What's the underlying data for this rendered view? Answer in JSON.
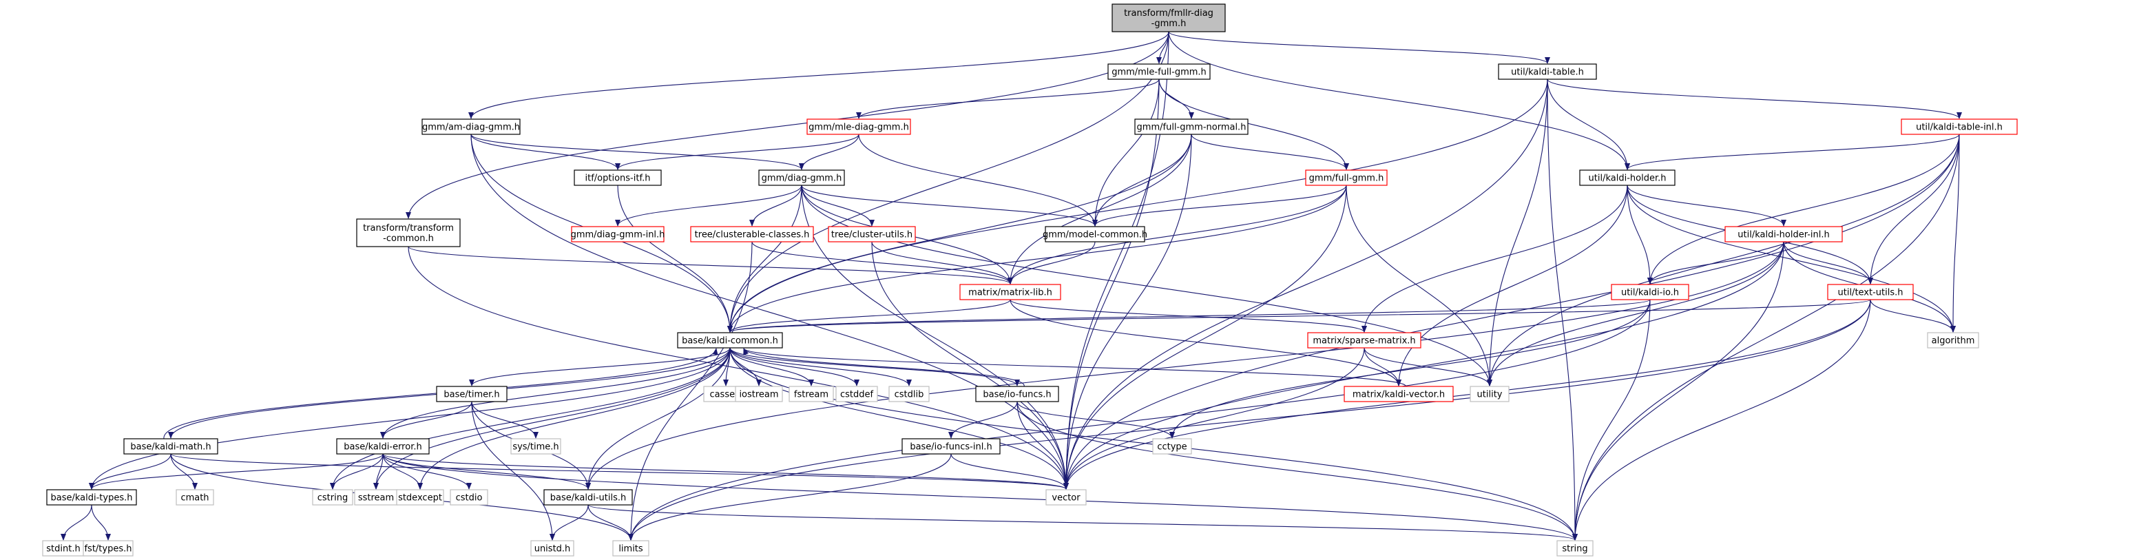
{
  "colors": {
    "edge": "#191970",
    "border_default": "#000000",
    "border_red": "#ff0000",
    "border_gray": "#bfbfbf",
    "root_fill": "#bfbfbf",
    "fill": "#ffffff"
  },
  "nodes": [
    {
      "id": "root",
      "lines": [
        "transform/fmllr-diag",
        "-gmm.h"
      ],
      "border": "root"
    },
    {
      "id": "amdiag",
      "lines": [
        "gmm/am-diag-gmm.h"
      ],
      "border": "black"
    },
    {
      "id": "mlefull",
      "lines": [
        "gmm/mle-full-gmm.h"
      ],
      "border": "black"
    },
    {
      "id": "kalditable",
      "lines": [
        "util/kaldi-table.h"
      ],
      "border": "black"
    },
    {
      "id": "mlediag",
      "lines": [
        "gmm/mle-diag-gmm.h"
      ],
      "border": "red"
    },
    {
      "id": "fullnormal",
      "lines": [
        "gmm/full-gmm-normal.h"
      ],
      "border": "black"
    },
    {
      "id": "tableinl",
      "lines": [
        "util/kaldi-table-inl.h"
      ],
      "border": "red"
    },
    {
      "id": "itf",
      "lines": [
        "itf/options-itf.h"
      ],
      "border": "black"
    },
    {
      "id": "diaggmm",
      "lines": [
        "gmm/diag-gmm.h"
      ],
      "border": "black"
    },
    {
      "id": "fullgmm",
      "lines": [
        "gmm/full-gmm.h"
      ],
      "border": "red"
    },
    {
      "id": "holder",
      "lines": [
        "util/kaldi-holder.h"
      ],
      "border": "black"
    },
    {
      "id": "transcommon",
      "lines": [
        "transform/transform",
        "-common.h"
      ],
      "border": "black"
    },
    {
      "id": "diaginl",
      "lines": [
        "gmm/diag-gmm-inl.h"
      ],
      "border": "red"
    },
    {
      "id": "clusterable",
      "lines": [
        "tree/clusterable-classes.h"
      ],
      "border": "red"
    },
    {
      "id": "clusterutils",
      "lines": [
        "tree/cluster-utils.h"
      ],
      "border": "red"
    },
    {
      "id": "modelcommon",
      "lines": [
        "gmm/model-common.h"
      ],
      "border": "black"
    },
    {
      "id": "holderinl",
      "lines": [
        "util/kaldi-holder-inl.h"
      ],
      "border": "red"
    },
    {
      "id": "matrixlib",
      "lines": [
        "matrix/matrix-lib.h"
      ],
      "border": "red"
    },
    {
      "id": "kaldiio",
      "lines": [
        "util/kaldi-io.h"
      ],
      "border": "red"
    },
    {
      "id": "textutils",
      "lines": [
        "util/text-utils.h"
      ],
      "border": "red"
    },
    {
      "id": "kaldicommon",
      "lines": [
        "base/kaldi-common.h"
      ],
      "border": "black"
    },
    {
      "id": "sparse",
      "lines": [
        "matrix/sparse-matrix.h"
      ],
      "border": "red"
    },
    {
      "id": "algorithm",
      "lines": [
        "algorithm"
      ],
      "border": "gray"
    },
    {
      "id": "cassert",
      "lines": [
        "cassert"
      ],
      "border": "gray"
    },
    {
      "id": "iostream",
      "lines": [
        "iostream"
      ],
      "border": "gray"
    },
    {
      "id": "fstream",
      "lines": [
        "fstream"
      ],
      "border": "gray"
    },
    {
      "id": "cstddef",
      "lines": [
        "cstddef"
      ],
      "border": "gray"
    },
    {
      "id": "cstdlib",
      "lines": [
        "cstdlib"
      ],
      "border": "gray"
    },
    {
      "id": "iofuncs",
      "lines": [
        "base/io-funcs.h"
      ],
      "border": "black"
    },
    {
      "id": "timer",
      "lines": [
        "base/timer.h"
      ],
      "border": "black"
    },
    {
      "id": "utility",
      "lines": [
        "utility"
      ],
      "border": "gray"
    },
    {
      "id": "kaldivector",
      "lines": [
        "matrix/kaldi-vector.h"
      ],
      "border": "red"
    },
    {
      "id": "systime",
      "lines": [
        "sys/time.h"
      ],
      "border": "gray"
    },
    {
      "id": "cctype",
      "lines": [
        "cctype"
      ],
      "border": "gray"
    },
    {
      "id": "kaldimath",
      "lines": [
        "base/kaldi-math.h"
      ],
      "border": "black"
    },
    {
      "id": "kaldierror",
      "lines": [
        "base/kaldi-error.h"
      ],
      "border": "black"
    },
    {
      "id": "iofuncsinl",
      "lines": [
        "base/io-funcs-inl.h"
      ],
      "border": "black"
    },
    {
      "id": "cmath",
      "lines": [
        "cmath"
      ],
      "border": "gray"
    },
    {
      "id": "cstring",
      "lines": [
        "cstring"
      ],
      "border": "gray"
    },
    {
      "id": "sstream",
      "lines": [
        "sstream"
      ],
      "border": "gray"
    },
    {
      "id": "stdexcept",
      "lines": [
        "stdexcept"
      ],
      "border": "gray"
    },
    {
      "id": "cstdio",
      "lines": [
        "cstdio"
      ],
      "border": "gray"
    },
    {
      "id": "vector",
      "lines": [
        "vector"
      ],
      "border": "gray"
    },
    {
      "id": "kalditypes",
      "lines": [
        "base/kaldi-types.h"
      ],
      "border": "black"
    },
    {
      "id": "kaldiutils",
      "lines": [
        "base/kaldi-utils.h"
      ],
      "border": "black"
    },
    {
      "id": "stdint",
      "lines": [
        "stdint.h"
      ],
      "border": "gray"
    },
    {
      "id": "fsttypes",
      "lines": [
        "fst/types.h"
      ],
      "border": "gray"
    },
    {
      "id": "unistd",
      "lines": [
        "unistd.h"
      ],
      "border": "gray"
    },
    {
      "id": "limits",
      "lines": [
        "limits"
      ],
      "border": "gray"
    },
    {
      "id": "string",
      "lines": [
        "string"
      ],
      "border": "gray"
    }
  ],
  "edges": [
    [
      "root",
      "amdiag"
    ],
    [
      "root",
      "mlefull"
    ],
    [
      "root",
      "kalditable"
    ],
    [
      "root",
      "transcommon"
    ],
    [
      "root",
      "kaldicommon"
    ],
    [
      "root",
      "vector"
    ],
    [
      "root",
      "holder"
    ],
    [
      "amdiag",
      "diaggmm"
    ],
    [
      "amdiag",
      "itf"
    ],
    [
      "amdiag",
      "kaldicommon"
    ],
    [
      "amdiag",
      "vector"
    ],
    [
      "mlefull",
      "mlediag"
    ],
    [
      "mlefull",
      "fullnormal"
    ],
    [
      "mlefull",
      "fullgmm"
    ],
    [
      "mlefull",
      "modelcommon"
    ],
    [
      "mlefull",
      "vector"
    ],
    [
      "mlediag",
      "diaggmm"
    ],
    [
      "mlediag",
      "itf"
    ],
    [
      "mlediag",
      "modelcommon"
    ],
    [
      "fullnormal",
      "fullgmm"
    ],
    [
      "fullnormal",
      "modelcommon"
    ],
    [
      "fullnormal",
      "matrixlib"
    ],
    [
      "fullnormal",
      "kaldicommon"
    ],
    [
      "fullnormal",
      "vector"
    ],
    [
      "kalditable",
      "holder"
    ],
    [
      "kalditable",
      "tableinl"
    ],
    [
      "kalditable",
      "kaldicommon"
    ],
    [
      "kalditable",
      "utility"
    ],
    [
      "kalditable",
      "string"
    ],
    [
      "kalditable",
      "vector"
    ],
    [
      "tableinl",
      "holder"
    ],
    [
      "tableinl",
      "textutils"
    ],
    [
      "tableinl",
      "kaldiio"
    ],
    [
      "tableinl",
      "algorithm"
    ],
    [
      "tableinl",
      "utility"
    ],
    [
      "tableinl",
      "vector"
    ],
    [
      "tableinl",
      "string"
    ],
    [
      "diaggmm",
      "diaginl"
    ],
    [
      "diaggmm",
      "clusterable"
    ],
    [
      "diaggmm",
      "clusterutils"
    ],
    [
      "diaggmm",
      "modelcommon"
    ],
    [
      "diaggmm",
      "matrixlib"
    ],
    [
      "diaggmm",
      "kaldicommon"
    ],
    [
      "diaggmm",
      "utility"
    ],
    [
      "diaggmm",
      "vector"
    ],
    [
      "itf",
      "kaldicommon"
    ],
    [
      "fullgmm",
      "modelcommon"
    ],
    [
      "fullgmm",
      "matrixlib"
    ],
    [
      "fullgmm",
      "kaldicommon"
    ],
    [
      "fullgmm",
      "utility"
    ],
    [
      "fullgmm",
      "vector"
    ],
    [
      "holder",
      "holderinl"
    ],
    [
      "holder",
      "kaldiio"
    ],
    [
      "holder",
      "textutils"
    ],
    [
      "holder",
      "sparse"
    ],
    [
      "holder",
      "kaldivector"
    ],
    [
      "holder",
      "algorithm"
    ],
    [
      "transcommon",
      "matrixlib"
    ],
    [
      "transcommon",
      "vector"
    ],
    [
      "clusterable",
      "matrixlib"
    ],
    [
      "clusterable",
      "limits"
    ],
    [
      "clusterutils",
      "matrixlib"
    ],
    [
      "clusterutils",
      "vector"
    ],
    [
      "modelcommon",
      "matrixlib"
    ],
    [
      "holderinl",
      "kaldiio"
    ],
    [
      "holderinl",
      "textutils"
    ],
    [
      "holderinl",
      "utility"
    ],
    [
      "holderinl",
      "algorithm"
    ],
    [
      "holderinl",
      "vector"
    ],
    [
      "holderinl",
      "string"
    ],
    [
      "holderinl",
      "kaldiutils"
    ],
    [
      "matrixlib",
      "kaldicommon"
    ],
    [
      "matrixlib",
      "sparse"
    ],
    [
      "matrixlib",
      "kaldivector"
    ],
    [
      "kaldiio",
      "kaldicommon"
    ],
    [
      "kaldiio",
      "cctype"
    ],
    [
      "kaldiio",
      "limits"
    ],
    [
      "kaldiio",
      "string"
    ],
    [
      "textutils",
      "kaldicommon"
    ],
    [
      "textutils",
      "algorithm"
    ],
    [
      "textutils",
      "vector"
    ],
    [
      "textutils",
      "limits"
    ],
    [
      "textutils",
      "string"
    ],
    [
      "sparse",
      "kaldivector"
    ],
    [
      "sparse",
      "utility"
    ],
    [
      "sparse",
      "vector"
    ],
    [
      "kaldicommon",
      "cassert"
    ],
    [
      "kaldicommon",
      "iostream"
    ],
    [
      "kaldicommon",
      "fstream"
    ],
    [
      "kaldicommon",
      "cstddef"
    ],
    [
      "kaldicommon",
      "cstdlib"
    ],
    [
      "kaldicommon",
      "iofuncs"
    ],
    [
      "kaldicommon",
      "timer"
    ],
    [
      "kaldicommon",
      "kaldimath"
    ],
    [
      "kaldicommon",
      "kalditypes"
    ],
    [
      "kaldicommon",
      "kaldiutils"
    ],
    [
      "kaldicommon",
      "kaldierror"
    ],
    [
      "kaldicommon",
      "cstring"
    ],
    [
      "kaldicommon",
      "sstream"
    ],
    [
      "kaldicommon",
      "stdexcept"
    ],
    [
      "kaldicommon",
      "vector"
    ],
    [
      "kaldicommon",
      "string"
    ],
    [
      "iofuncs",
      "iofuncsinl"
    ],
    [
      "iofuncs",
      "cctype"
    ],
    [
      "iofuncs",
      "vector"
    ],
    [
      "iofuncs",
      "string"
    ],
    [
      "iofuncs",
      "kaldicommon"
    ],
    [
      "timer",
      "kaldierror"
    ],
    [
      "timer",
      "systime"
    ],
    [
      "timer",
      "kaldiutils"
    ],
    [
      "timer",
      "unistd"
    ],
    [
      "kaldimath",
      "kalditypes"
    ],
    [
      "kaldimath",
      "cmath"
    ],
    [
      "kaldimath",
      "limits"
    ],
    [
      "kaldimath",
      "vector"
    ],
    [
      "kaldimath",
      "kaldicommon"
    ],
    [
      "kaldierror",
      "kalditypes"
    ],
    [
      "kaldierror",
      "kaldiutils"
    ],
    [
      "kaldierror",
      "cstring"
    ],
    [
      "kaldierror",
      "sstream"
    ],
    [
      "kaldierror",
      "stdexcept"
    ],
    [
      "kaldierror",
      "cstdio"
    ],
    [
      "kaldierror",
      "vector"
    ],
    [
      "kaldierror",
      "string"
    ],
    [
      "iofuncsinl",
      "limits"
    ],
    [
      "iofuncsinl",
      "vector"
    ],
    [
      "kalditypes",
      "stdint"
    ],
    [
      "kalditypes",
      "fsttypes"
    ],
    [
      "kaldiutils",
      "unistd"
    ],
    [
      "kaldiutils",
      "limits"
    ],
    [
      "kaldiutils",
      "string"
    ],
    [
      "kaldivector",
      "kaldicommon"
    ]
  ]
}
